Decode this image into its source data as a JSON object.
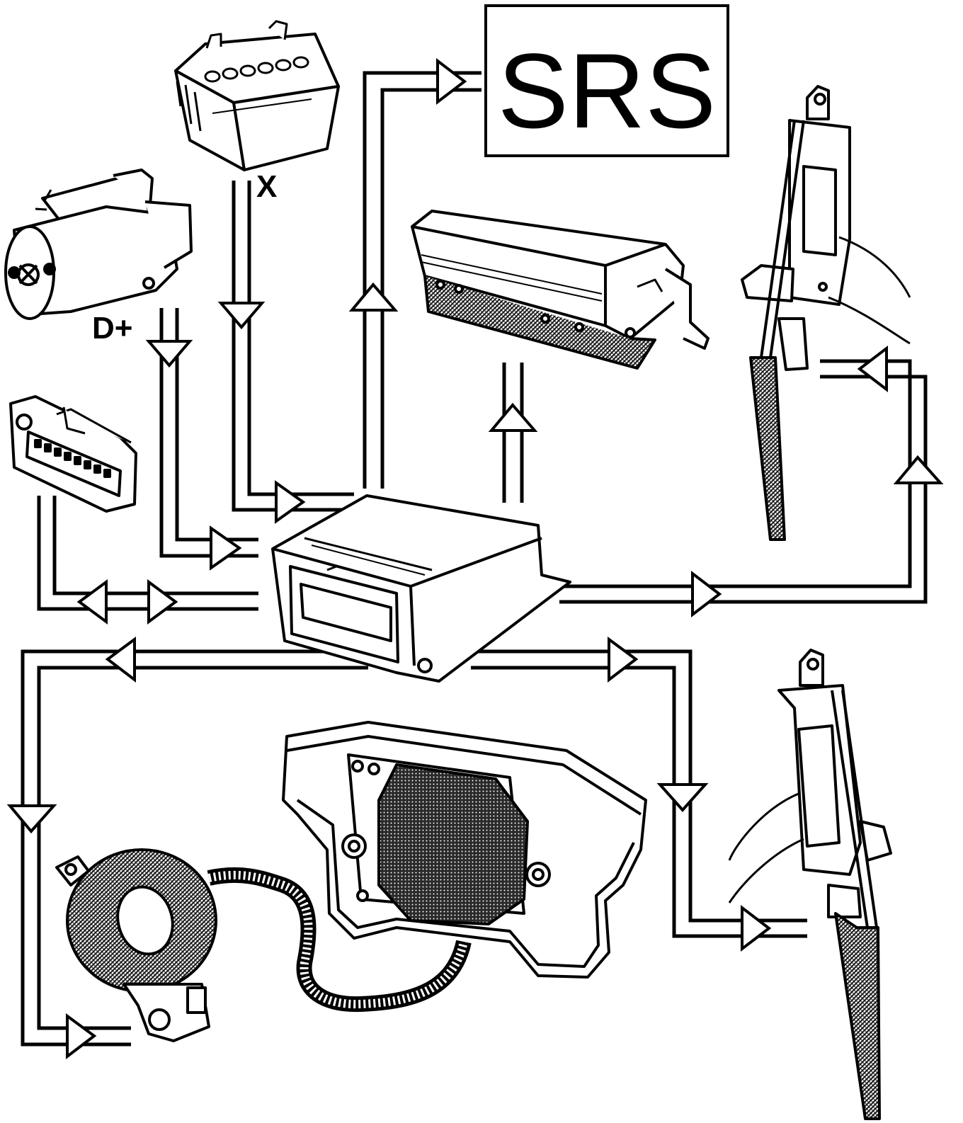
{
  "diagram": {
    "srs_label": "SRS",
    "battery_terminal_label": "X",
    "alternator_terminal_label": "D+"
  },
  "colors": {
    "ink": "#000000",
    "paper": "#ffffff",
    "hatch": "#2a2a2a"
  },
  "icons": [
    "battery-icon",
    "alternator-icon",
    "diagnostic-connector-icon",
    "srs-control-unit-icon",
    "passenger-airbag-icon",
    "driver-airbag-icon",
    "clock-spring-icon",
    "right-seatbelt-pretensioner-icon",
    "left-seatbelt-pretensioner-icon"
  ]
}
